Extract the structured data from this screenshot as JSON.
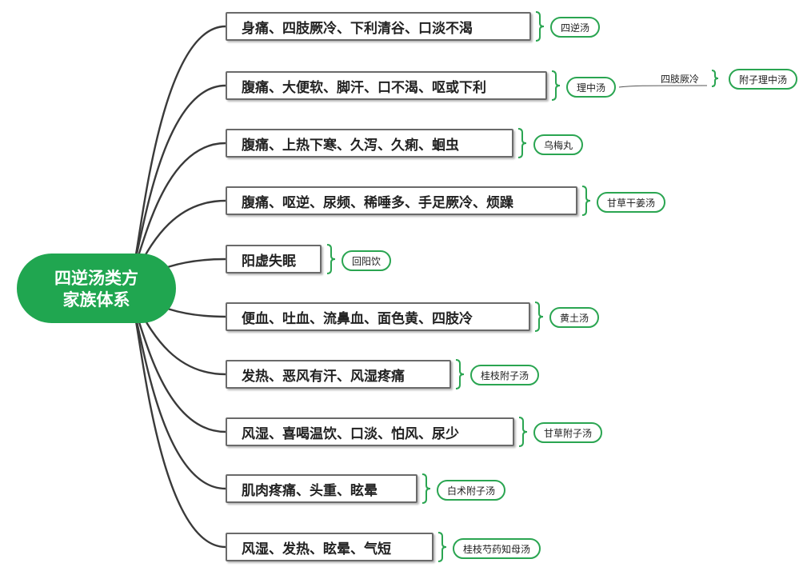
{
  "root": {
    "line1": "四逆汤类方",
    "line2": "家族体系"
  },
  "branches": [
    {
      "symptoms": "身痛、四肢厥冷、下利清谷、口淡不渴",
      "formula": "四逆汤"
    },
    {
      "symptoms": "腹痛、大便软、脚汗、口不渴、呕或下利",
      "formula": "理中汤",
      "extra_label": "四肢厥冷",
      "extra_formula": "附子理中汤"
    },
    {
      "symptoms": "腹痛、上热下寒、久泻、久痢、蛔虫",
      "formula": "乌梅丸"
    },
    {
      "symptoms": "腹痛、呕逆、尿频、稀唾多、手足厥冷、烦躁",
      "formula": "甘草干姜汤"
    },
    {
      "symptoms": "阳虚失眠",
      "formula": "回阳饮"
    },
    {
      "symptoms": "便血、吐血、流鼻血、面色黄、四肢冷",
      "formula": "黄土汤"
    },
    {
      "symptoms": "发热、恶风有汗、风湿疼痛",
      "formula": "桂枝附子汤"
    },
    {
      "symptoms": "风湿、喜喝温饮、口淡、怕风、尿少",
      "formula": "甘草附子汤"
    },
    {
      "symptoms": "肌肉疼痛、头重、眩晕",
      "formula": "白术附子汤"
    },
    {
      "symptoms": "风湿、发热、眩晕、气短",
      "formula": "桂枝芍药知母汤"
    }
  ],
  "colors": {
    "root_fill": "#20a650",
    "formula_border": "#2aa551",
    "bracket": "#2aa551",
    "connector": "#3a3a3a",
    "symptom_border": "#6a6a6a"
  }
}
